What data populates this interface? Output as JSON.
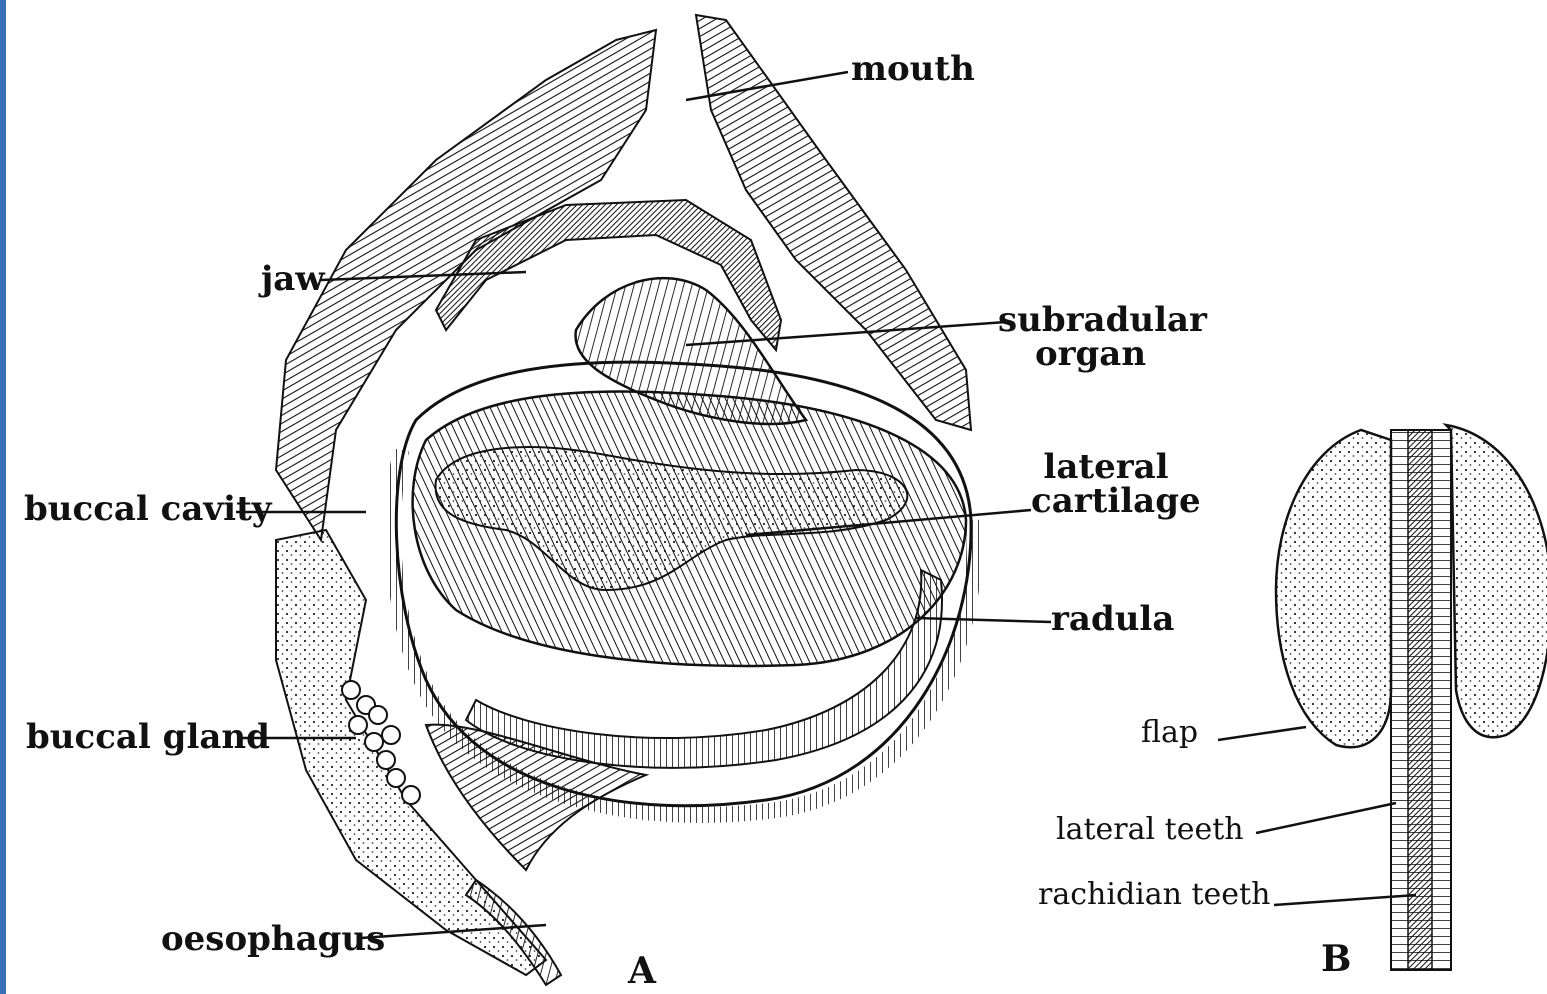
{
  "labels": {
    "mouth": "mouth",
    "jaw": "jaw",
    "subradular_organ": "subradular organ",
    "lateral_cartilage": "lateral cartilage",
    "buccal_cavity": "buccal cavity",
    "radula": "radula",
    "buccal_gland": "buccal gland",
    "oesophagus": "oesophagus",
    "flap": "flap",
    "lateral_teeth": "lateral teeth",
    "rachidian_teeth": "rachidian teeth"
  },
  "figures": {
    "a": "A",
    "b": "B"
  },
  "colors": {
    "accent_border": "#3a6fb5",
    "ink": "#111111"
  }
}
